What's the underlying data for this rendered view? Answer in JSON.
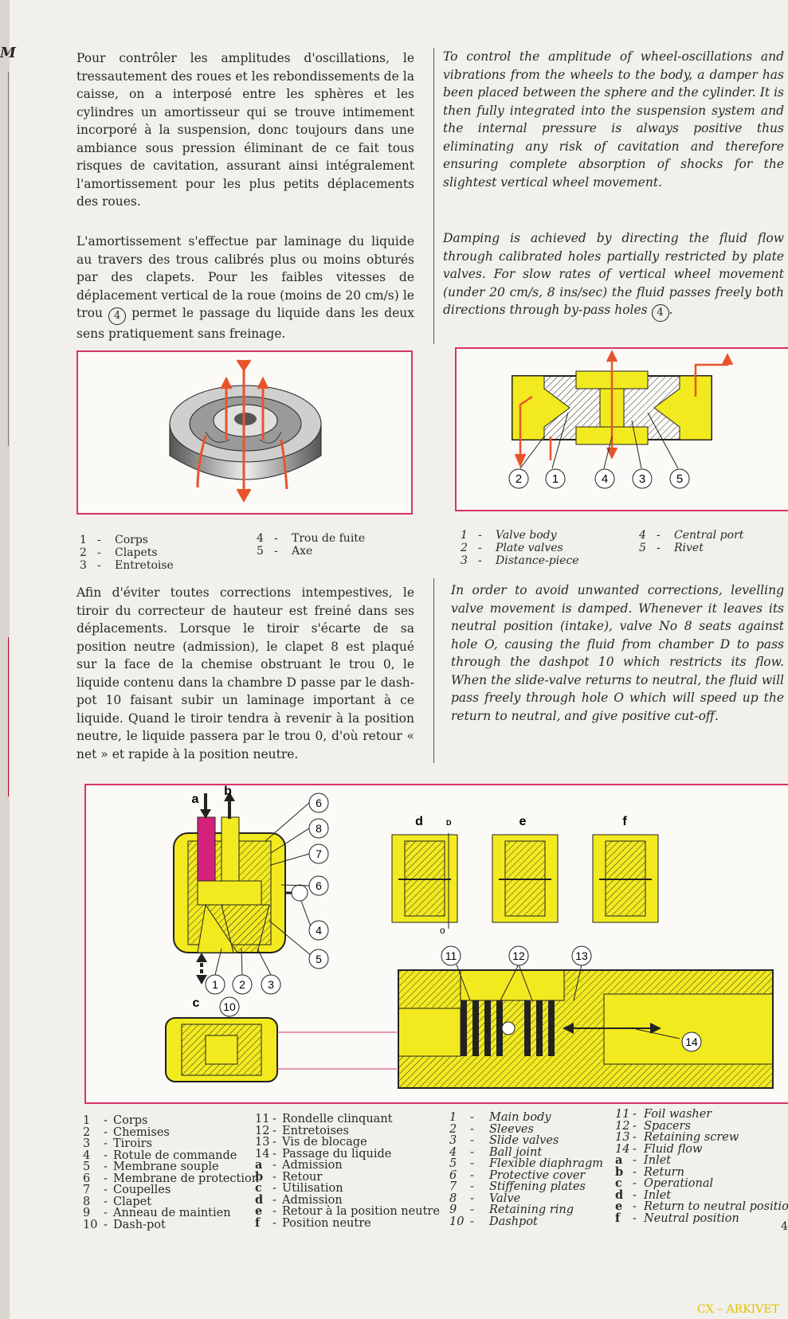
{
  "page": {
    "corner_mark": "M",
    "page_number": "4",
    "watermark": "CX – ARKIVET"
  },
  "text": {
    "fr_p1": "Pour contrôler les amplitudes d'oscillations, le tressautement des roues et les rebondissements de la caisse, on a interposé entre les sphères et les cylindres un amortisseur qui se trouve intimement incorporé à la suspension, donc toujours dans une ambiance sous pression éliminant de ce fait tous risques de cavitation, assurant ainsi intégralement l'amortissement pour les plus petits déplacements des roues.",
    "fr_p2_a": "L'amortissement s'effectue par laminage du liquide au travers des trous calibrés plus ou moins obturés par des clapets. Pour les faibles vitesses de déplacement vertical de la roue (moins de 20 cm/s) le trou",
    "fr_p2_num": "4",
    "fr_p2_b": "permet le passage du liquide dans les deux sens pratiquement sans freinage.",
    "en_p1": "To control the amplitude of wheel-oscillations and vibrations from the wheels to the body, a damper has been placed between the sphere and the cylinder. It is then fully integrated into the suspension system and the internal pressure is always positive thus eliminating any risk of cavitation and therefore ensuring complete absorption of shocks for the slightest vertical wheel movement.",
    "en_p2_a": "Damping is achieved by directing the fluid flow through calibrated holes partially restricted by plate valves. For slow rates of vertical wheel movement (under 20 cm/s, 8 ins/sec) the fluid passes freely both directions through by-pass holes",
    "en_p2_num": "4",
    "en_p2_b": ".",
    "fr_p3": "Afin d'éviter toutes corrections intempestives, le tiroir du correcteur de hauteur est freiné dans ses déplacements. Lorsque le tiroir s'écarte de sa position neutre (admission), le clapet 8 est plaqué sur la face de la chemise obstruant le trou 0, le liquide contenu dans la chambre D passe par le dash-pot 10 faisant subir un laminage important à ce liquide. Quand le tiroir tendra à revenir à la position neutre, le liquide passera par le trou 0, d'où retour « net » et rapide à la position neutre.",
    "en_p3": "In order to avoid unwanted corrections, levelling valve movement is damped. Whenever it leaves its neutral position (intake), valve No 8 seats against hole O, causing the fluid from chamber D to pass through the dashpot 10 which restricts its flow. When the slide-valve returns to neutral, the fluid will pass freely through hole O which will speed up the return to neutral, and give positive cut-off."
  },
  "fig1": {
    "legend_fr_col1": [
      {
        "num": "1",
        "label": "Corps"
      },
      {
        "num": "2",
        "label": "Clapets"
      },
      {
        "num": "3",
        "label": "Entretoise"
      }
    ],
    "legend_fr_col2": [
      {
        "num": "4",
        "label": "Trou de fuite"
      },
      {
        "num": "5",
        "label": "Axe"
      }
    ]
  },
  "fig2": {
    "callouts": [
      "2",
      "1",
      "4",
      "3",
      "5"
    ],
    "legend_en_col1": [
      {
        "num": "1",
        "label": "Valve body"
      },
      {
        "num": "2",
        "label": "Plate valves"
      },
      {
        "num": "3",
        "label": "Distance-piece"
      }
    ],
    "legend_en_col2": [
      {
        "num": "4",
        "label": "Central port"
      },
      {
        "num": "5",
        "label": "Rivet"
      }
    ]
  },
  "fig3": {
    "labels": {
      "a": "a",
      "b": "b",
      "c": "c",
      "d": "d",
      "e": "e",
      "f": "f",
      "D": "D",
      "O": "o"
    },
    "callouts": {
      "c6a": "6",
      "c8": "8",
      "c7": "7",
      "c6b": "6",
      "c4": "4",
      "c5": "5",
      "c1": "1",
      "c2": "2",
      "c3": "3",
      "c10": "10",
      "c11": "11",
      "c12": "12",
      "c13": "13",
      "c14": "14"
    }
  },
  "legend_fr": {
    "col1": [
      {
        "num": "1",
        "label": "Corps"
      },
      {
        "num": "2",
        "label": "Chemises"
      },
      {
        "num": "3",
        "label": "Tiroirs"
      },
      {
        "num": "4",
        "label": "Rotule de commande"
      },
      {
        "num": "5",
        "label": "Membrane souple"
      },
      {
        "num": "6",
        "label": "Membrane de protection"
      },
      {
        "num": "7",
        "label": "Coupelles"
      },
      {
        "num": "8",
        "label": "Clapet"
      },
      {
        "num": "9",
        "label": "Anneau de maintien"
      },
      {
        "num": "10",
        "label": "Dash-pot"
      }
    ],
    "col2": [
      {
        "num": "11",
        "label": "Rondelle clinquant"
      },
      {
        "num": "12",
        "label": "Entretoises"
      },
      {
        "num": "13",
        "label": "Vis de blocage"
      },
      {
        "num": "14",
        "label": "Passage du liquide"
      },
      {
        "num": "a",
        "label": "Admission"
      },
      {
        "num": "b",
        "label": "Retour"
      },
      {
        "num": "c",
        "label": "Utilisation"
      },
      {
        "num": "d",
        "label": "Admission"
      },
      {
        "num": "e",
        "label": "Retour à la position neutre"
      },
      {
        "num": "f",
        "label": "Position neutre"
      }
    ]
  },
  "legend_en": {
    "col1": [
      {
        "num": "1",
        "label": "Main body"
      },
      {
        "num": "2",
        "label": "Sleeves"
      },
      {
        "num": "3",
        "label": "Slide valves"
      },
      {
        "num": "4",
        "label": "Ball joint"
      },
      {
        "num": "5",
        "label": "Flexible diaphragm"
      },
      {
        "num": "6",
        "label": "Protective cover"
      },
      {
        "num": "7",
        "label": "Stiffening plates"
      },
      {
        "num": "8",
        "label": "Valve"
      },
      {
        "num": "9",
        "label": "Retaining ring"
      },
      {
        "num": "10",
        "label": "Dashpot"
      }
    ],
    "col2": [
      {
        "num": "11",
        "label": "Foil washer"
      },
      {
        "num": "12",
        "label": "Spacers"
      },
      {
        "num": "13",
        "label": "Retaining screw"
      },
      {
        "num": "14",
        "label": "Fluid flow"
      },
      {
        "num": "a",
        "label": "Inlet"
      },
      {
        "num": "b",
        "label": "Return"
      },
      {
        "num": "c",
        "label": "Operational"
      },
      {
        "num": "d",
        "label": "Inlet"
      },
      {
        "num": "e",
        "label": "Return to neutral position"
      },
      {
        "num": "f",
        "label": "Neutral position"
      }
    ]
  },
  "colors": {
    "frame": "#d6336c",
    "hydraulic_yellow": "#f2ea1f",
    "flow_red": "#e8542b",
    "magenta": "#d4227a"
  }
}
